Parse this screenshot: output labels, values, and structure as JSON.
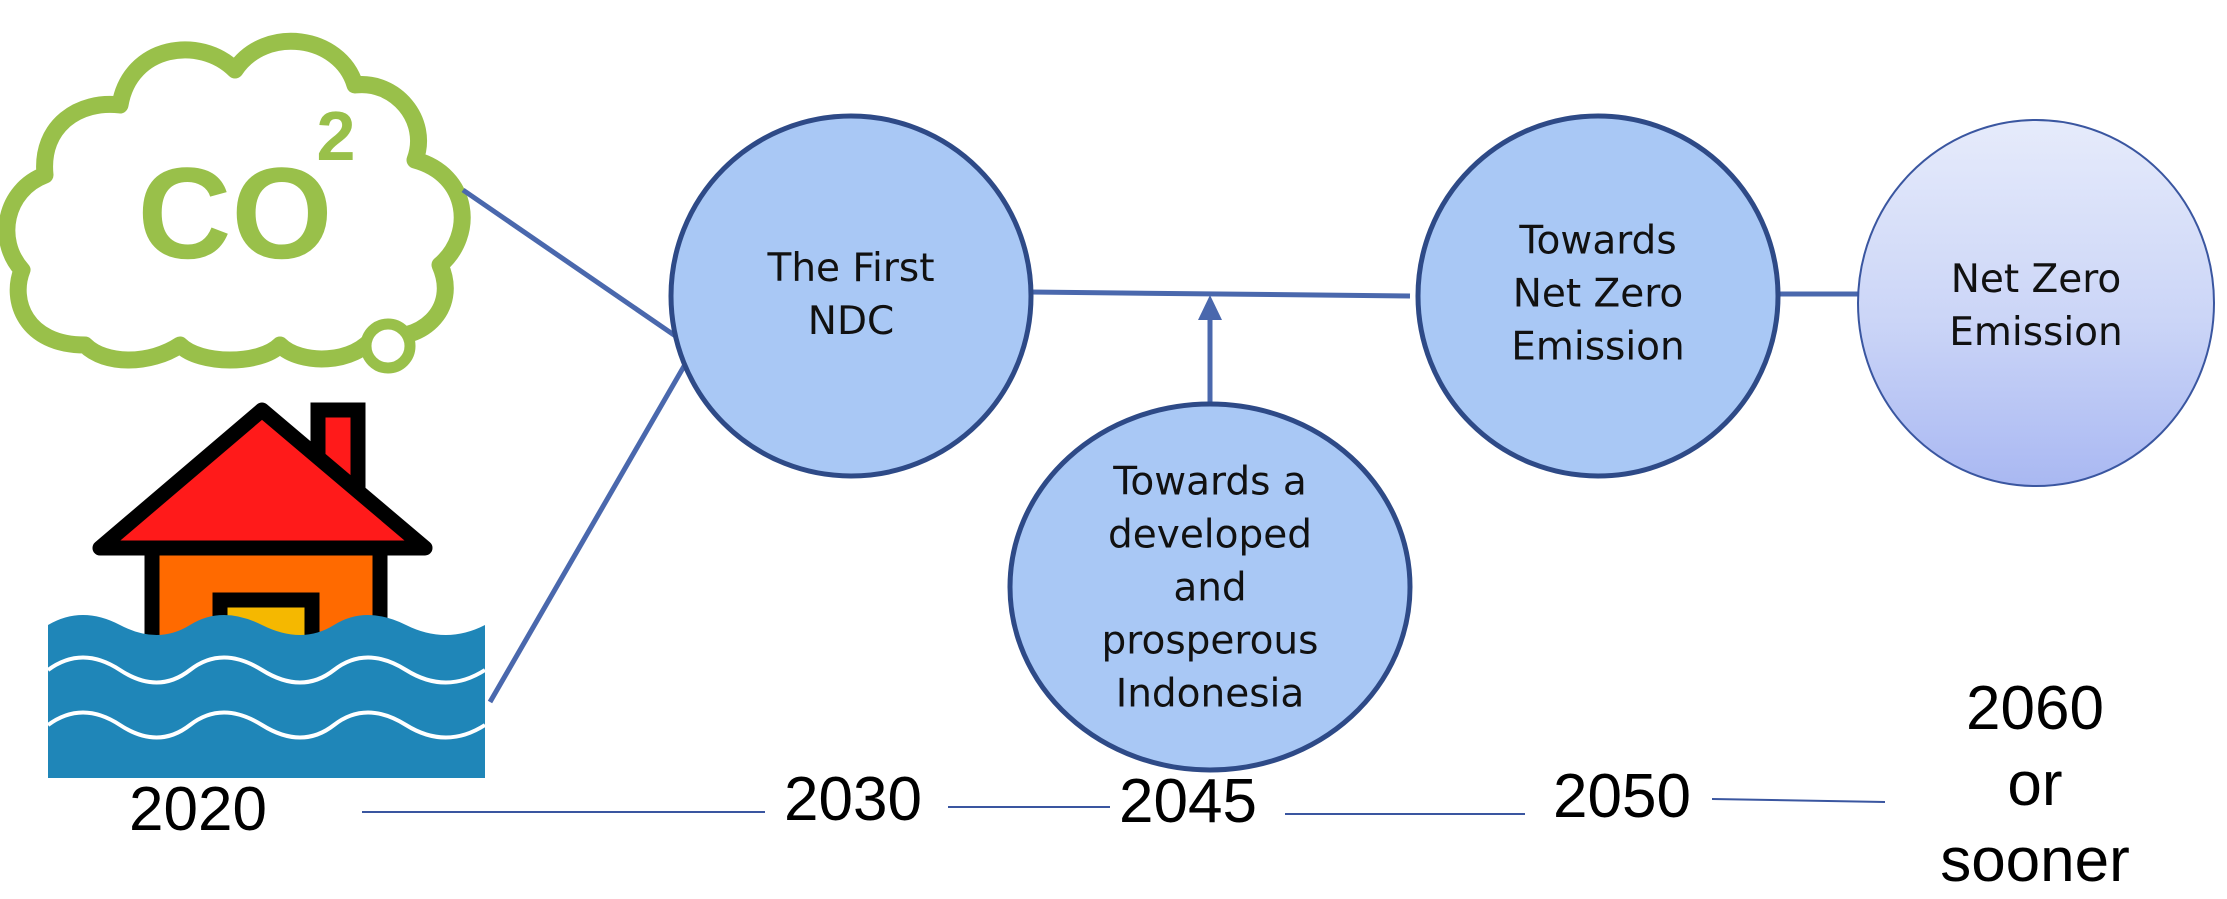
{
  "nodes": {
    "first_ndc": "The First\nNDC",
    "developed": "Towards a\ndeveloped\nand\nprosperous\nIndonesia",
    "towards_net_zero": "Towards\nNet Zero\nEmission",
    "net_zero": "Net Zero\nEmission"
  },
  "years": {
    "y2020": "2020",
    "y2030": "2030",
    "y2045": "2045",
    "y2050": "2050",
    "y2060": "2060\nor sooner"
  },
  "icons": {
    "co2_cloud": {
      "name": "co2-cloud-icon",
      "text": "CO",
      "superscript": "2"
    },
    "flooded_house": {
      "name": "flooded-house-icon"
    }
  },
  "colors": {
    "node_fill": "#a9c8f5",
    "node_stroke": "#2e4a87",
    "connector": "#4a68ad",
    "cloud_green": "#99c04a",
    "roof_red": "#ff1a1a",
    "wall_orange": "#ff6a00",
    "door_yellow": "#f5b800",
    "water_blue": "#1f86b8"
  }
}
